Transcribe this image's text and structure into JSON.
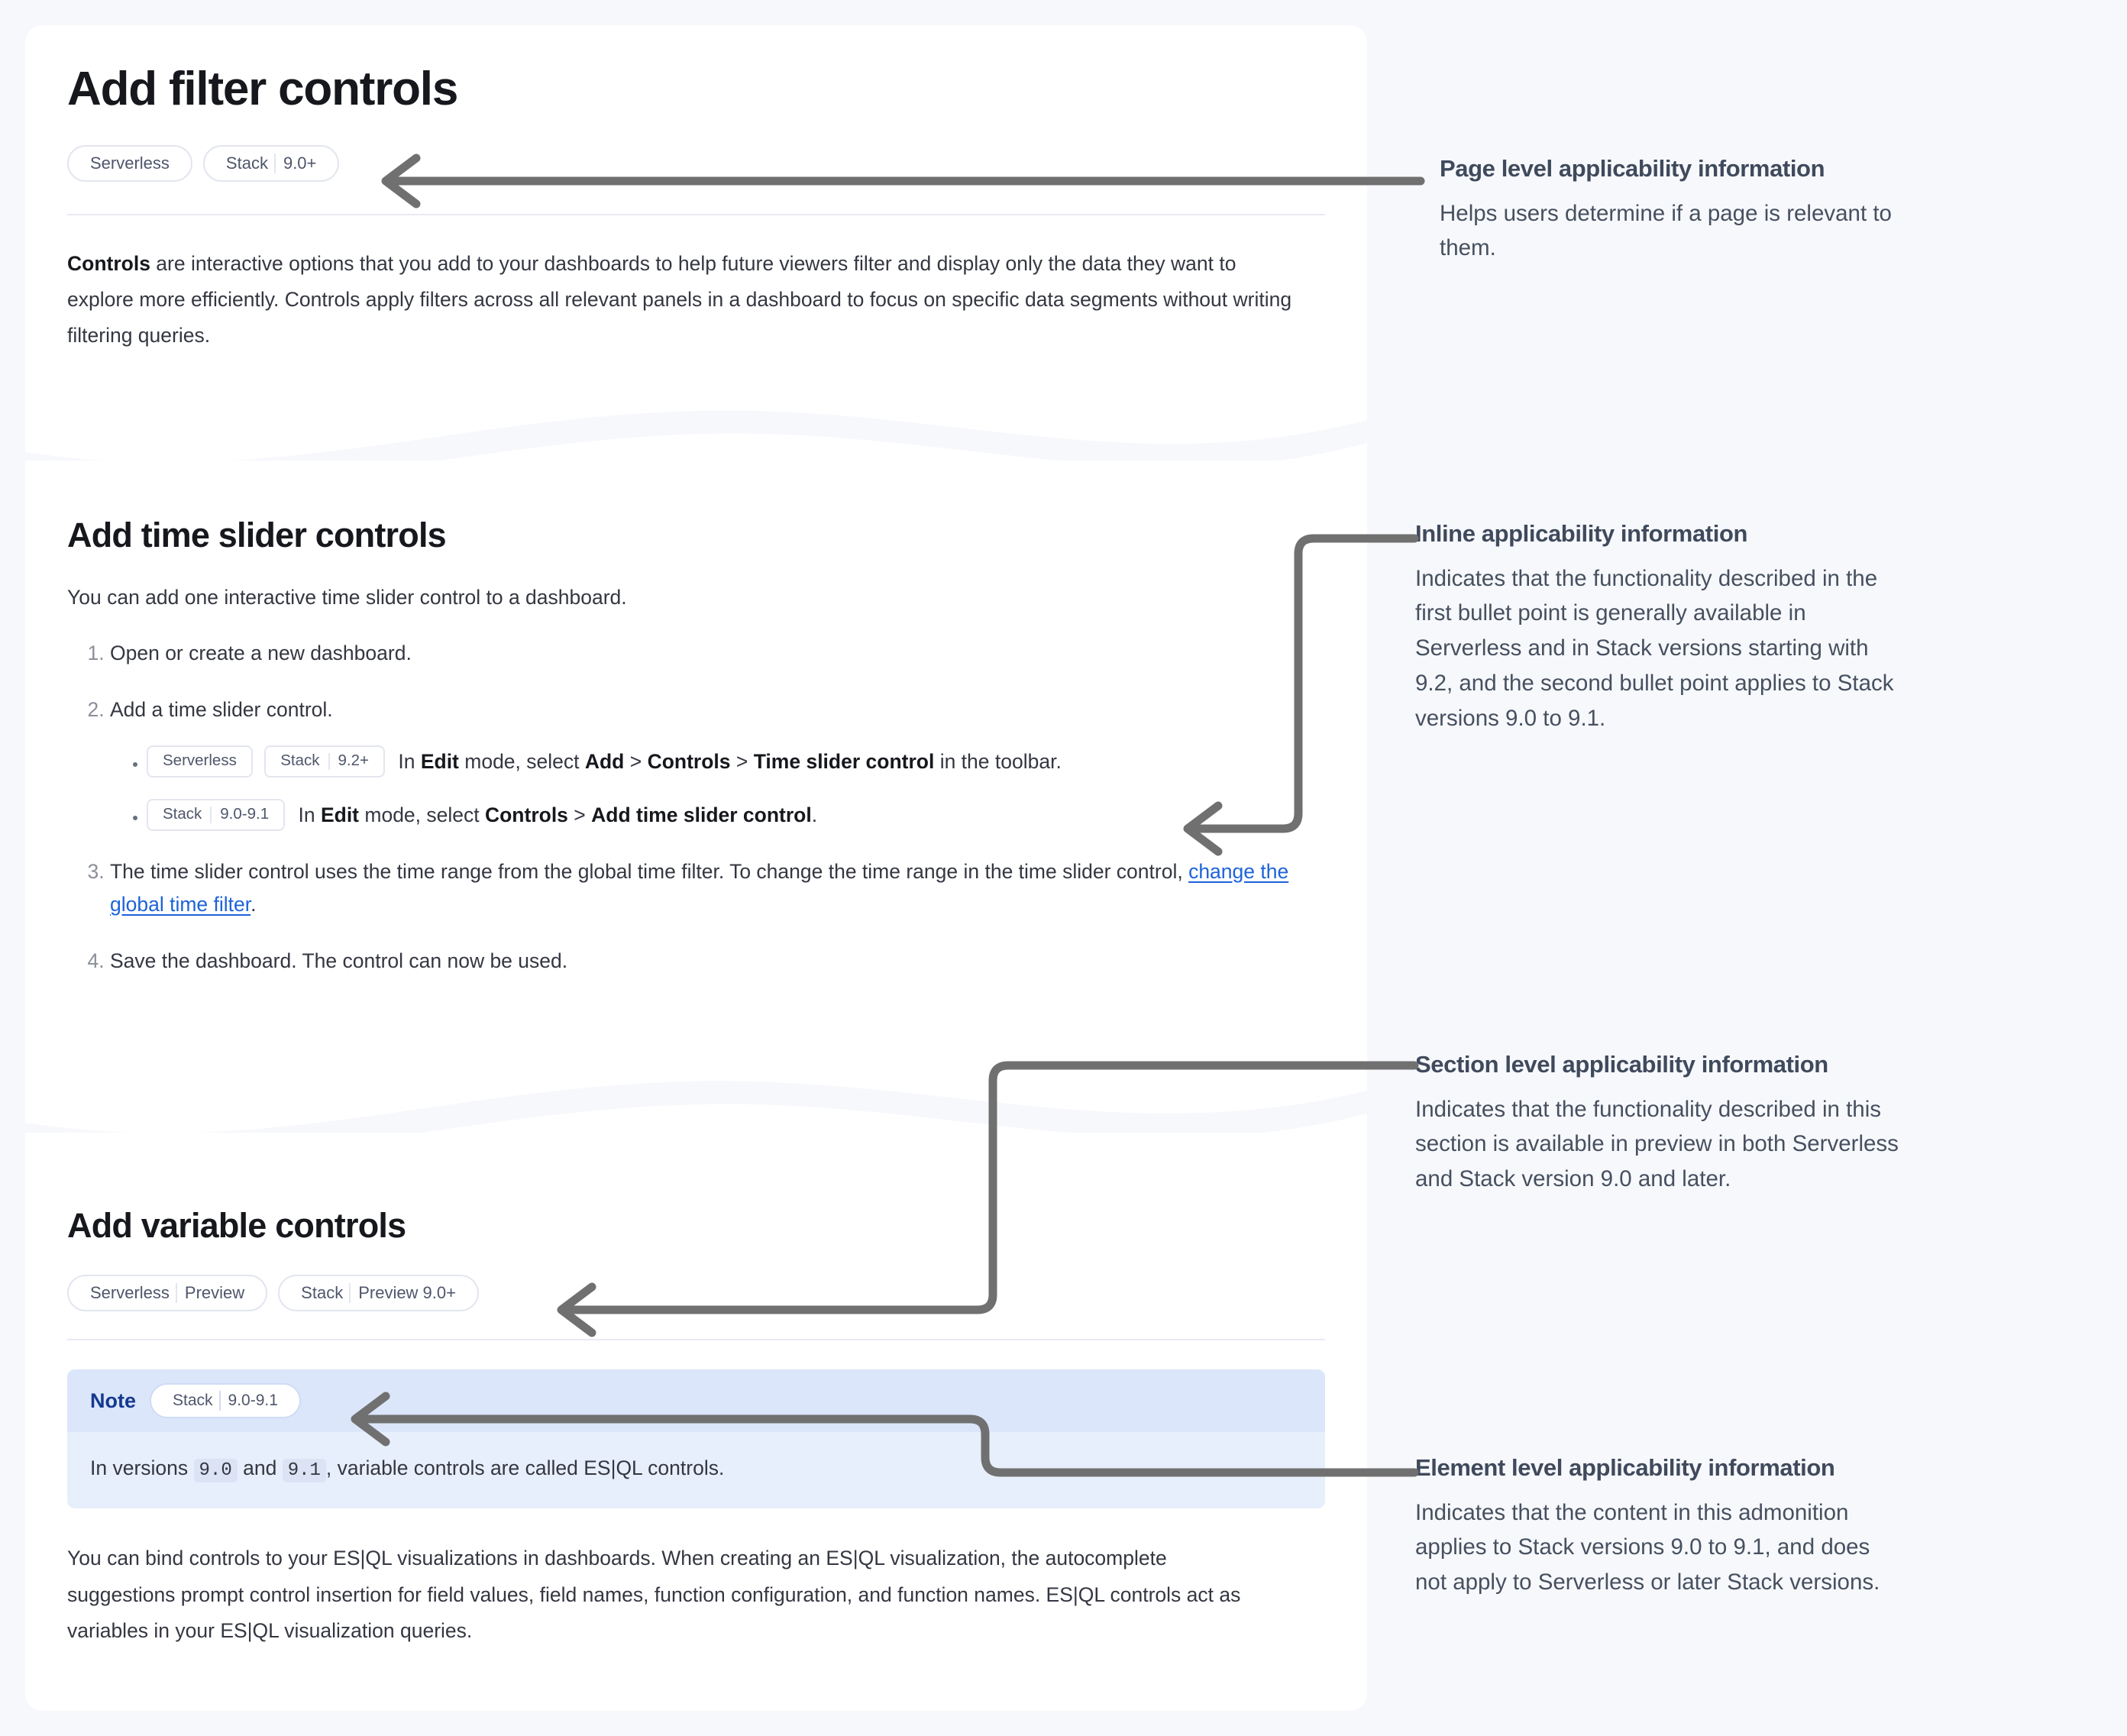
{
  "doc": {
    "page_title": "Add filter controls",
    "page_badges": [
      {
        "name": "serverless-badge",
        "parts": [
          "Serverless"
        ]
      },
      {
        "name": "stack-version-badge",
        "parts": [
          "Stack",
          "9.0+"
        ]
      }
    ],
    "intro": {
      "lead": "Controls",
      "rest": " are interactive options that you add to your dashboards to help future viewers filter and display only the data they want to explore more efficiently. Controls apply filters across all relevant panels in a dashboard to focus on specific data segments without writing filtering queries."
    },
    "section_time_slider": {
      "title": "Add time slider controls",
      "intro": "You can add one interactive time slider control to a dashboard.",
      "steps": [
        {
          "text": "Open or create a new dashboard."
        },
        {
          "text": "Add a time slider control.",
          "bullets": [
            {
              "chips": [
                {
                  "name": "serverless-chip",
                  "parts": [
                    "Serverless"
                  ]
                },
                {
                  "name": "stack-version-chip",
                  "parts": [
                    "Stack",
                    "9.2+"
                  ]
                }
              ],
              "segments": [
                {
                  "text": "In ",
                  "bold": false
                },
                {
                  "text": "Edit",
                  "bold": true
                },
                {
                  "text": " mode, select ",
                  "bold": false
                },
                {
                  "text": "Add",
                  "bold": true
                },
                {
                  "text": " > ",
                  "bold": false
                },
                {
                  "text": "Controls",
                  "bold": true
                },
                {
                  "text": " > ",
                  "bold": false
                },
                {
                  "text": "Time slider control",
                  "bold": true
                },
                {
                  "text": " in the toolbar.",
                  "bold": false
                }
              ]
            },
            {
              "chips": [
                {
                  "name": "stack-version-chip",
                  "parts": [
                    "Stack",
                    "9.0-9.1"
                  ]
                }
              ],
              "segments": [
                {
                  "text": "In ",
                  "bold": false
                },
                {
                  "text": "Edit",
                  "bold": true
                },
                {
                  "text": " mode, select ",
                  "bold": false
                },
                {
                  "text": "Controls",
                  "bold": true
                },
                {
                  "text": " > ",
                  "bold": false
                },
                {
                  "text": "Add time slider control",
                  "bold": true
                },
                {
                  "text": ".",
                  "bold": false
                }
              ]
            }
          ]
        },
        {
          "text_before_link": "The time slider control uses the time range from the global time filter. To change the time range in the time slider control, ",
          "link_text": "change the global time filter",
          "text_after_link": "."
        },
        {
          "text": "Save the dashboard. The control can now be used."
        }
      ]
    },
    "section_variable": {
      "title": "Add variable controls",
      "badges": [
        {
          "name": "serverless-preview-badge",
          "parts": [
            "Serverless",
            "Preview"
          ]
        },
        {
          "name": "stack-preview-badge",
          "parts": [
            "Stack",
            "Preview 9.0+"
          ]
        }
      ],
      "note": {
        "label": "Note",
        "badge": {
          "name": "stack-version-badge",
          "parts": [
            "Stack",
            "9.0-9.1"
          ]
        },
        "segments": [
          {
            "text": "In versions ",
            "code": false
          },
          {
            "text": "9.0",
            "code": true
          },
          {
            "text": " and ",
            "code": false
          },
          {
            "text": "9.1",
            "code": true
          },
          {
            "text": ", variable controls are called ES|QL controls.",
            "code": false
          }
        ]
      },
      "paragraph": "You can bind controls to your ES|QL visualizations in dashboards. When creating an ES|QL visualization, the autocomplete suggestions prompt control insertion for field values, field names, function configuration, and function names. ES|QL controls act as variables in your ES|QL visualization queries."
    }
  },
  "annotations": [
    {
      "name": "annotation-page-level",
      "title": "Page level applicability information",
      "body": "Helps users determine if a page is relevant to them."
    },
    {
      "name": "annotation-inline",
      "title": "Inline applicability information",
      "body": "Indicates that the functionality described in the first bullet point is generally available in Serverless and in Stack versions starting with 9.2, and the second bullet point applies to Stack versions 9.0 to 9.1."
    },
    {
      "name": "annotation-section-level",
      "title": "Section level applicability information",
      "body": "Indicates that the functionality described in this section is available in preview in both Serverless and Stack version 9.0 and later."
    },
    {
      "name": "annotation-element-level",
      "title": "Element level applicability information",
      "body": "Indicates that the content in this admonition applies to Stack versions 9.0 to 9.1, and does not apply to Serverless or later Stack versions."
    }
  ],
  "colors": {
    "page_background": "#f7f8fc",
    "card_background": "#ffffff",
    "badge_text": "#4f566b",
    "badge_border": "#e3e6ef",
    "link": "#1d63d8",
    "note_header": "#dbe6fa",
    "note_body": "#e7effc",
    "note_label": "#14398f",
    "connector": "#707070",
    "annotation_title": "#3f4a5c",
    "annotation_body": "#46505f"
  }
}
